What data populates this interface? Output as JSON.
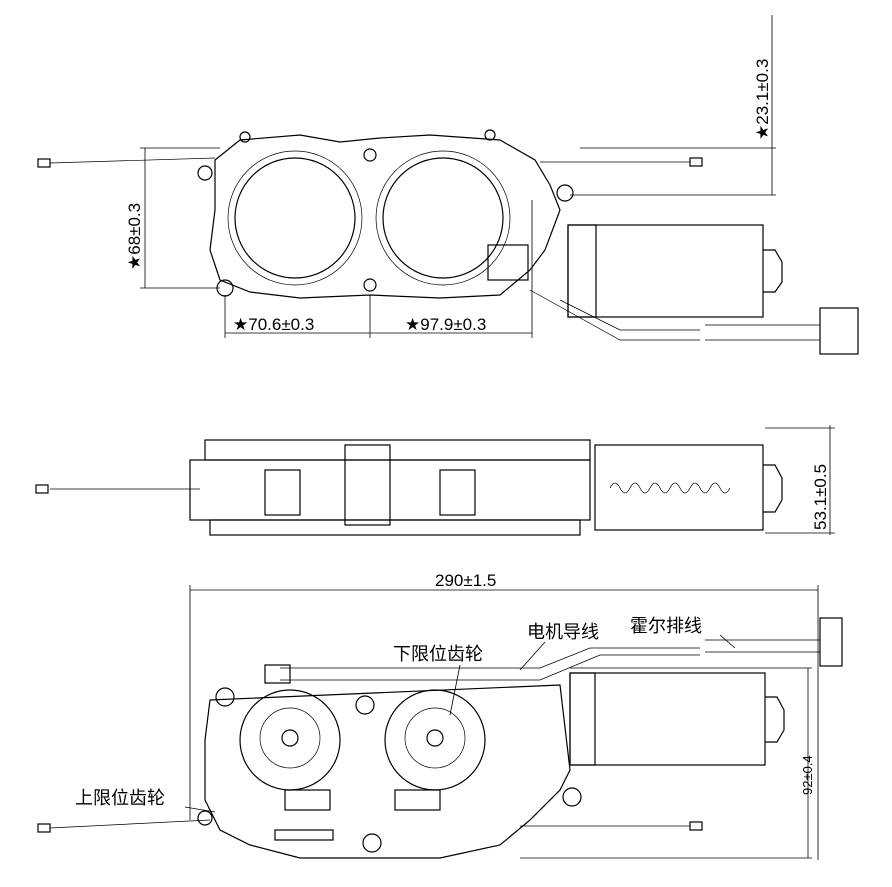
{
  "top_view": {
    "dim_height_right": "★23.1±0.3",
    "dim_height_left": "★68±0.3",
    "dim_left_span": "★70.6±0.3",
    "dim_right_span": "★97.9±0.3"
  },
  "side_view": {
    "dim_thickness": "53.1±0.5"
  },
  "bottom_view": {
    "dim_total_length": "290±1.5",
    "dim_height": "92±0.4",
    "label_motor_wire": "电机导线",
    "label_hall_cable": "霍尔排线",
    "label_lower_limit_gear": "下限位齿轮",
    "label_upper_limit_gear": "上限位齿轮"
  }
}
